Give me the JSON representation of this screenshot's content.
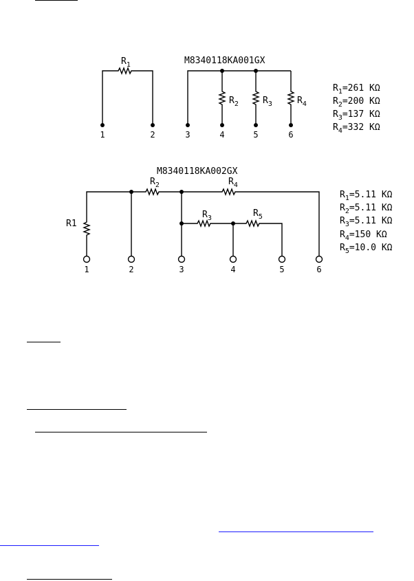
{
  "network1": {
    "part_number": "M8340118KA001GX",
    "resistor_labels": [
      {
        "main": "R",
        "sub": "1"
      },
      {
        "main": "R",
        "sub": "2"
      },
      {
        "main": "R",
        "sub": "3"
      },
      {
        "main": "R",
        "sub": "4"
      }
    ],
    "pins": [
      "1",
      "2",
      "3",
      "4",
      "5",
      "6"
    ],
    "values": [
      {
        "main": "R",
        "sub": "1",
        "value": "=261 KΩ"
      },
      {
        "main": "R",
        "sub": "2",
        "value": "=200 KΩ"
      },
      {
        "main": "R",
        "sub": "3",
        "value": "=137 KΩ"
      },
      {
        "main": "R",
        "sub": "4",
        "value": "=332 KΩ"
      }
    ]
  },
  "network2": {
    "part_number": "M8340118KA002GX",
    "resistor_labels": [
      {
        "main": "R1",
        "sub": ""
      },
      {
        "main": "R",
        "sub": "2"
      },
      {
        "main": "R",
        "sub": "3"
      },
      {
        "main": "R",
        "sub": "4"
      },
      {
        "main": "R",
        "sub": "5"
      }
    ],
    "pins": [
      "1",
      "2",
      "3",
      "4",
      "5",
      "6"
    ],
    "values": [
      {
        "main": "R",
        "sub": "1",
        "value": "=5.11 KΩ"
      },
      {
        "main": "R",
        "sub": "2",
        "value": "=5.11 KΩ"
      },
      {
        "main": "R",
        "sub": "3",
        "value": "=5.11 KΩ"
      },
      {
        "main": "R",
        "sub": "4",
        "value": "=150 KΩ"
      },
      {
        "main": "R",
        "sub": "5",
        "value": "=10.0 KΩ"
      }
    ]
  },
  "colors": {
    "ink": "#000000",
    "link": "#1a1aff"
  }
}
